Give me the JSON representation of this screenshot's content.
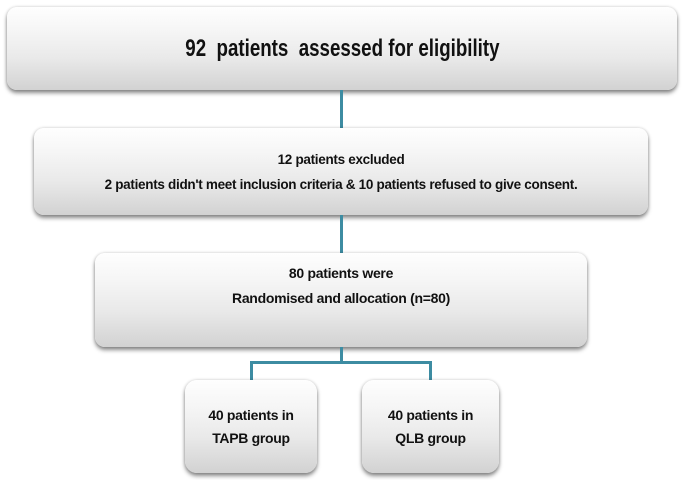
{
  "flow": {
    "type": "flowchart",
    "connector_color": "#3d8ca2",
    "text_color": "#111111",
    "box_gradient_top": "#fefefe",
    "box_gradient_bottom": "#d2d2d2",
    "boxes": [
      {
        "id": "eligibility",
        "lines": [
          "92  patients  assessed for eligibility"
        ]
      },
      {
        "id": "excluded",
        "lines": [
          "12 patients excluded",
          "2 patients didn't meet inclusion criteria & 10 patients refused to give consent."
        ]
      },
      {
        "id": "randomised",
        "lines": [
          "80 patients were",
          "Randomised and allocation (n=80)"
        ]
      },
      {
        "id": "tapb-group",
        "lines": [
          "40 patients in",
          "TAPB group"
        ]
      },
      {
        "id": "qlb-group",
        "lines": [
          "40 patients in",
          "QLB group"
        ]
      }
    ],
    "edges": [
      {
        "from": "eligibility",
        "to": "excluded"
      },
      {
        "from": "excluded",
        "to": "randomised"
      },
      {
        "from": "randomised",
        "to": "tapb-group"
      },
      {
        "from": "randomised",
        "to": "qlb-group"
      }
    ]
  }
}
